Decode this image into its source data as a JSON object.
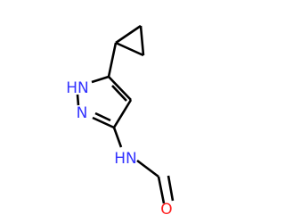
{
  "molecule": {
    "atoms": [
      {
        "id": "n1",
        "label": "HN"
      },
      {
        "id": "n2",
        "label": "N"
      },
      {
        "id": "n_amide",
        "label": "HN"
      },
      {
        "id": "o_carbonyl",
        "label": "O"
      }
    ]
  },
  "colors": {
    "bond": "#000000",
    "nitrogen": "#3333ff",
    "oxygen": "#ff2020",
    "background": "#ffffff"
  }
}
